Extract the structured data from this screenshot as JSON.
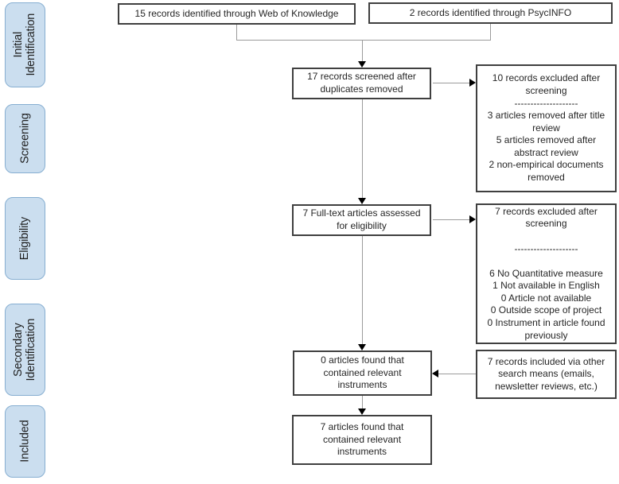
{
  "colors": {
    "background": "#ffffff",
    "sidebar_fill": "#cbdeef",
    "sidebar_border": "#86aed1",
    "box_border": "#3f3f3f",
    "connector_line": "#9b9b9b",
    "arrowhead": "#000000",
    "text": "#262626"
  },
  "sidebar": {
    "items": [
      {
        "label": "Initial\nIdentification"
      },
      {
        "label": "Screening"
      },
      {
        "label": "Eligibility"
      },
      {
        "label": "Secondary\nIdentification"
      },
      {
        "label": "Included"
      }
    ]
  },
  "flow": {
    "web_of_knowledge": "15 records identified through Web of Knowledge",
    "psycinfo": "2 records identified through PsycINFO",
    "screened": "17 records screened after\nduplicates removed",
    "excluded_screening": "10 records excluded after\nscreening\n--------------------\n3 articles removed after title\nreview\n5 articles removed after\nabstract review\n2 non-empirical documents\nremoved",
    "full_text": "7 Full-text articles assessed\nfor eligibility",
    "excluded_eligibility": "7 records excluded after\nscreening\n\n--------------------\n\n6 No Quantitative measure\n1 Not available in English\n0 Article not available\n0 Outside scope of project\n0 Instrument in article found\npreviously",
    "zero_articles_found": "0 articles found that\ncontained relevant\ninstruments",
    "other_search_means": "7 records included via other\nsearch means (emails,\nnewsletter reviews, etc.)",
    "articles_included": "7 articles found that\ncontained relevant\ninstruments"
  }
}
